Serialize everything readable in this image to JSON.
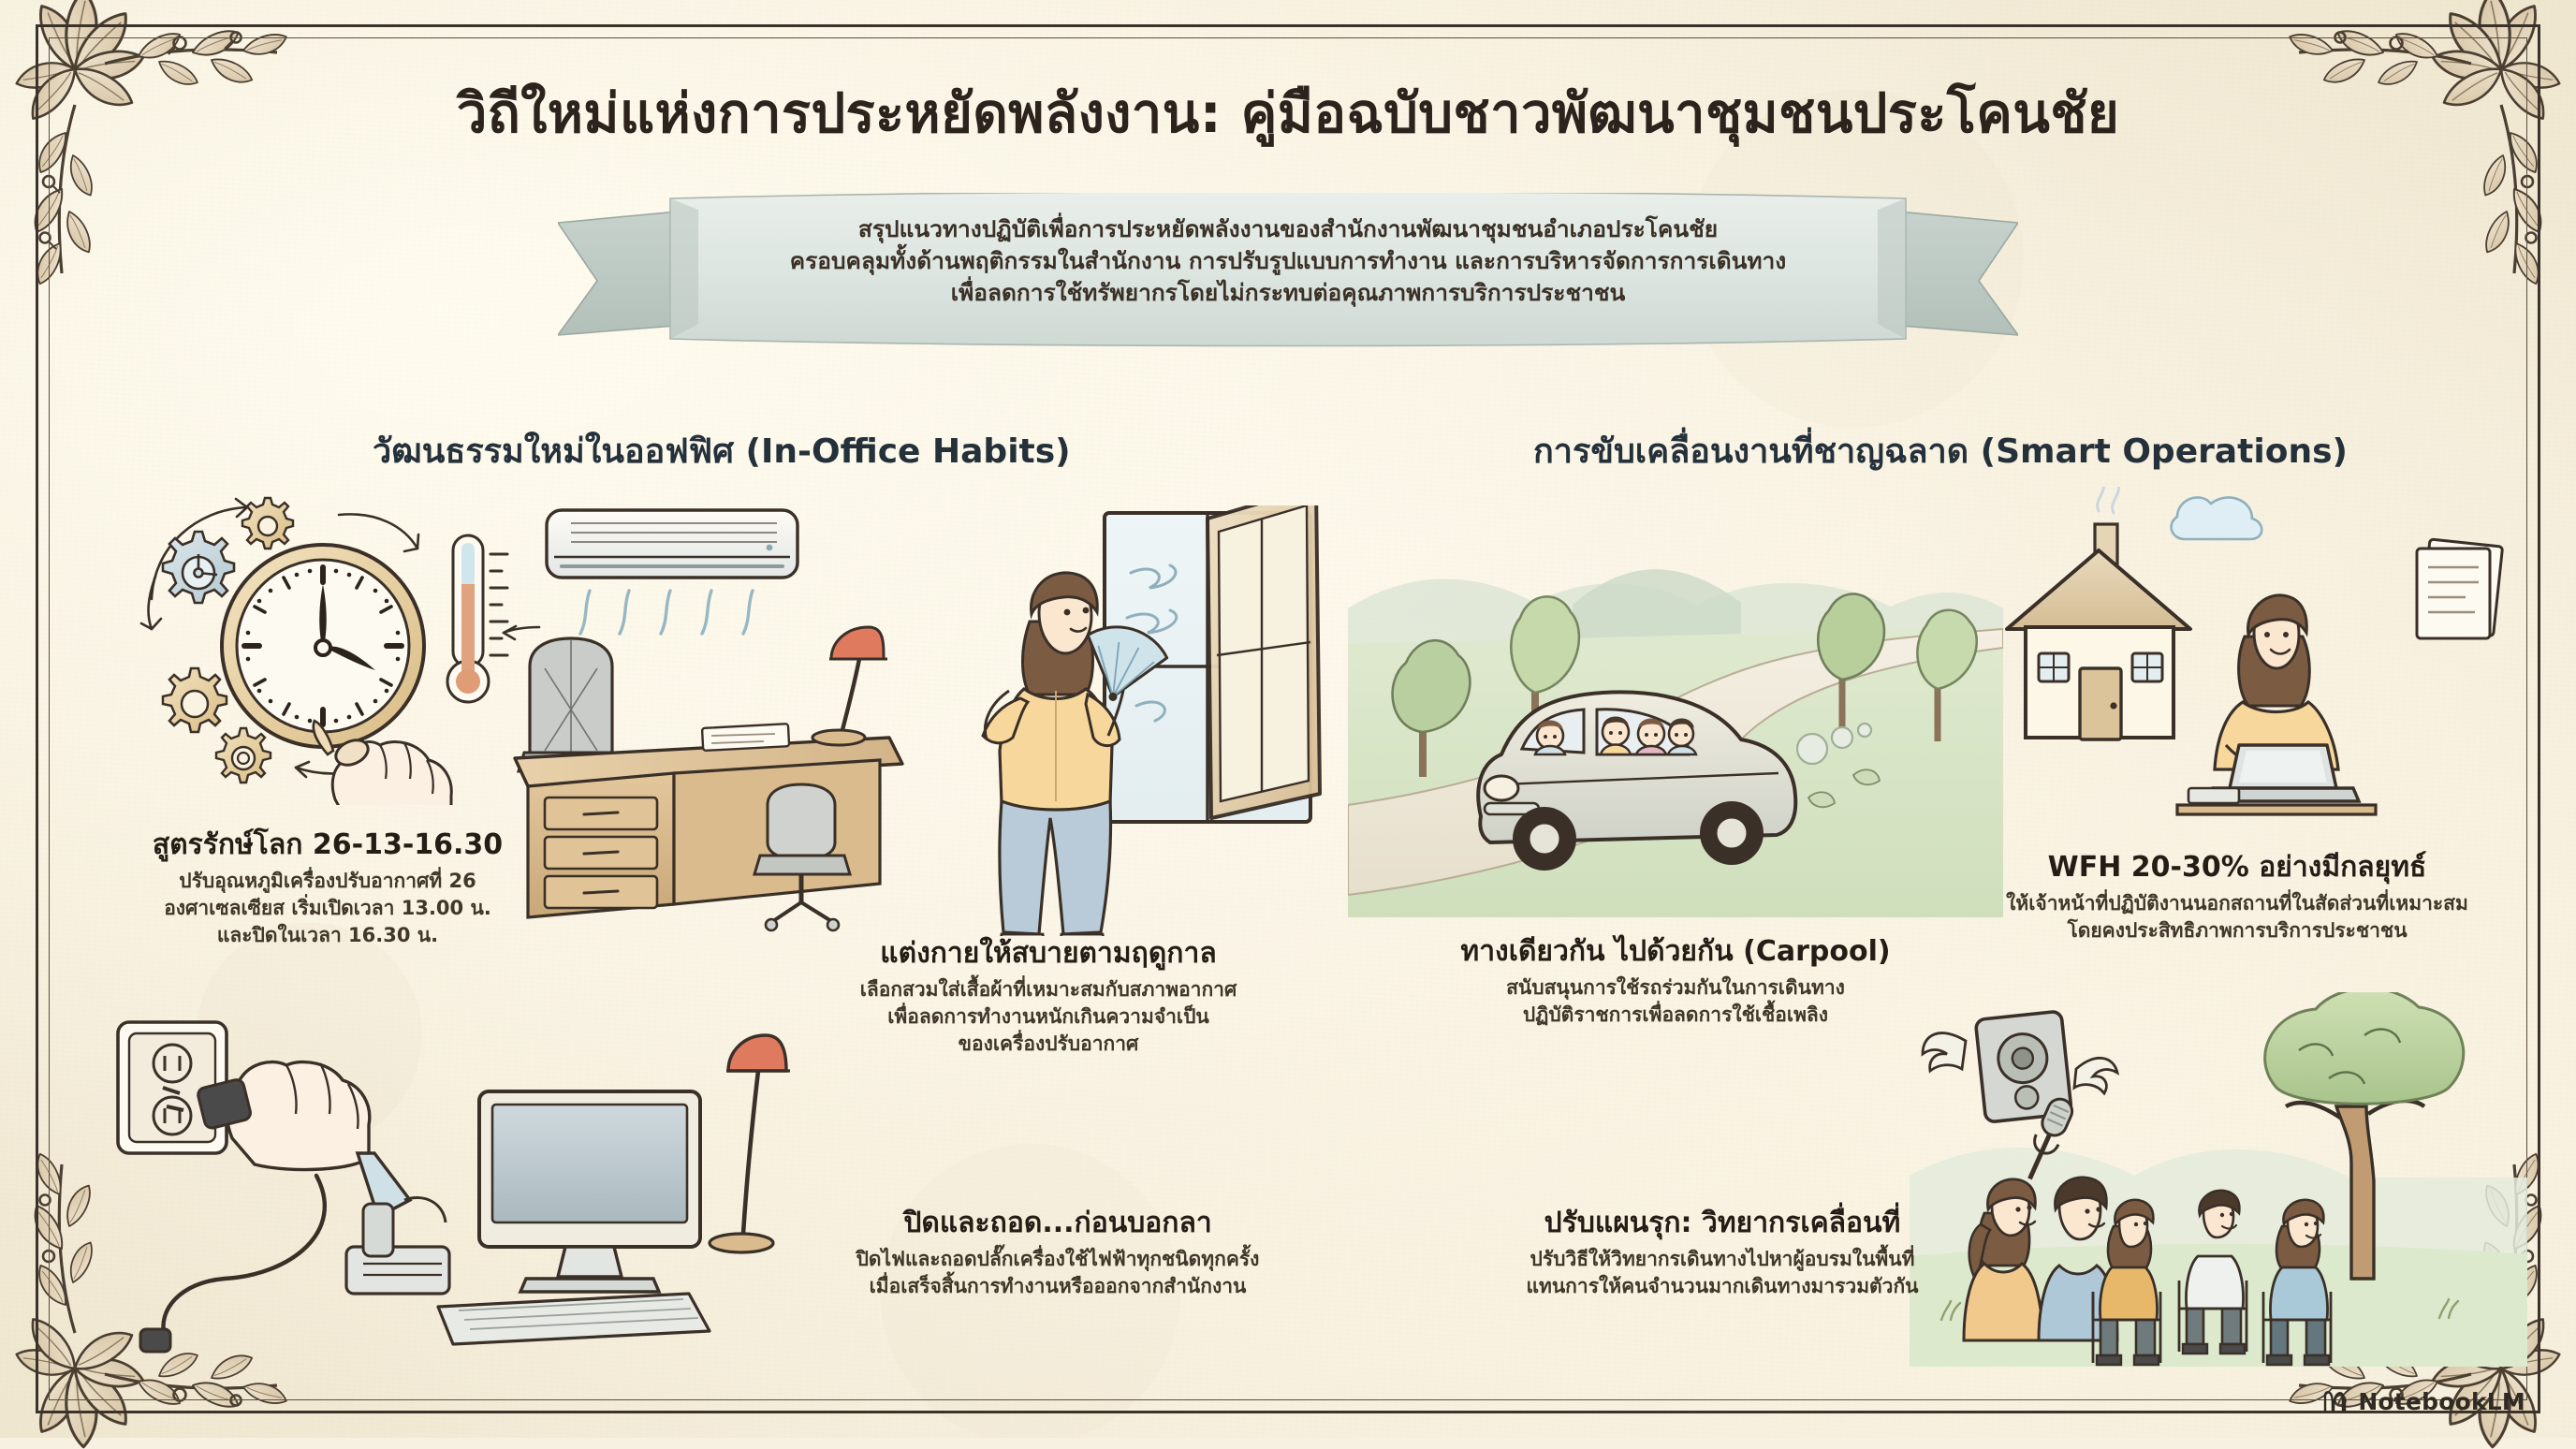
{
  "document": {
    "title": "วิถีใหม่แห่งการประหยัดพลังงาน: คู่มือฉบับชาวพัฒนาชุมชนประโคนชัย",
    "ribbon": {
      "line1": "สรุปแนวทางปฏิบัติเพื่อการประหยัดพลังงานของสำนักงานพัฒนาชุมชนอำเภอประโคนชัย",
      "line2": "ครอบคลุมทั้งด้านพฤติกรรมในสำนักงาน การปรับรูปแบบการทำงาน และการบริหารจัดการการเดินทาง",
      "line3": "เพื่อลดการใช้ทรัพยากรโดยไม่กระทบต่อคุณภาพการบริการประชาชน"
    }
  },
  "sections": [
    {
      "id": "in-office-habits",
      "heading": "วัฒนธรรมใหม่ในออฟฟิศ (In-Office Habits)"
    },
    {
      "id": "smart-operations",
      "heading": "การขับเคลื่อนงานที่ชาญฉลาด (Smart Operations)"
    }
  ],
  "items": [
    {
      "id": "eco-formula",
      "heading": "สูตรรักษ์โลก 26-13-16.30",
      "body_lines": [
        "ปรับอุณหภูมิเครื่องปรับอากาศที่ 26",
        "องศาเซลเซียส เริ่มเปิดเวลา 13.00 น.",
        "และปิดในเวลา 16.30 น."
      ],
      "illustration": "clock-gears-thermometer-aircon"
    },
    {
      "id": "seasonal-dress",
      "heading": "แต่งกายให้สบายตามฤดูกาล",
      "body_lines": [
        "เลือกสวมใส่เสื้อผ้าที่เหมาะสมกับสภาพอากาศ",
        "เพื่อลดการทำงานหนักเกินความจำเป็น",
        "ของเครื่องปรับอากาศ"
      ],
      "illustration": "woman-with-fan-open-window"
    },
    {
      "id": "switch-off-unplug",
      "heading": "ปิดและถอด...ก่อนบอกลา",
      "body_lines": [
        "ปิดไฟและถอดปลั๊กเครื่องใช้ไฟฟ้าทุกชนิดทุกครั้ง",
        "เมื่อเสร็จสิ้นการทำงานหรือออกจากสำนักงาน"
      ],
      "illustration": "hand-unplugging-socket-monitor-lamp"
    },
    {
      "id": "carpool",
      "heading": "ทางเดียวกัน ไปด้วยกัน (Carpool)",
      "body_lines": [
        "สนับสนุนการใช้รถร่วมกันในการเดินทาง",
        "ปฏิบัติราชการเพื่อลดการใช้เชื้อเพลิง"
      ],
      "illustration": "car-with-passengers-on-country-road"
    },
    {
      "id": "wfh-strategy",
      "heading": "WFH 20-30% อย่างมีกลยุทธ์",
      "body_lines": [
        "ให้เจ้าหน้าที่ปฏิบัติงานนอกสถานที่ในสัดส่วนที่เหมาะสม",
        "โดยคงประสิทธิภาพการบริการประชาชน"
      ],
      "illustration": "house-cloud-woman-at-laptop"
    },
    {
      "id": "mobile-lecturer",
      "heading": "ปรับแผนรุก: วิทยากรเคลื่อนที่",
      "body_lines": [
        "ปรับวิธีให้วิทยากรเดินทางไปหาผู้อบรมในพื้นที่",
        "แทนการให้คนจำนวนมากเดินทางมารวมตัวกัน"
      ],
      "illustration": "outdoor-training-under-tree-speaker-mic"
    }
  ],
  "footer": {
    "brand": "NotebookLM",
    "logo_icon": "notebooklm-arc-icon"
  },
  "colors": {
    "paper": "#f6efdd",
    "ink": "#2c241c",
    "frame": "#3b332a",
    "ornament": "#6b5c49",
    "heading_ink": "#24303a",
    "blob_left": "#bcd3de",
    "blob_right": "#b9d4cf",
    "ribbon": "#dde4e0"
  }
}
